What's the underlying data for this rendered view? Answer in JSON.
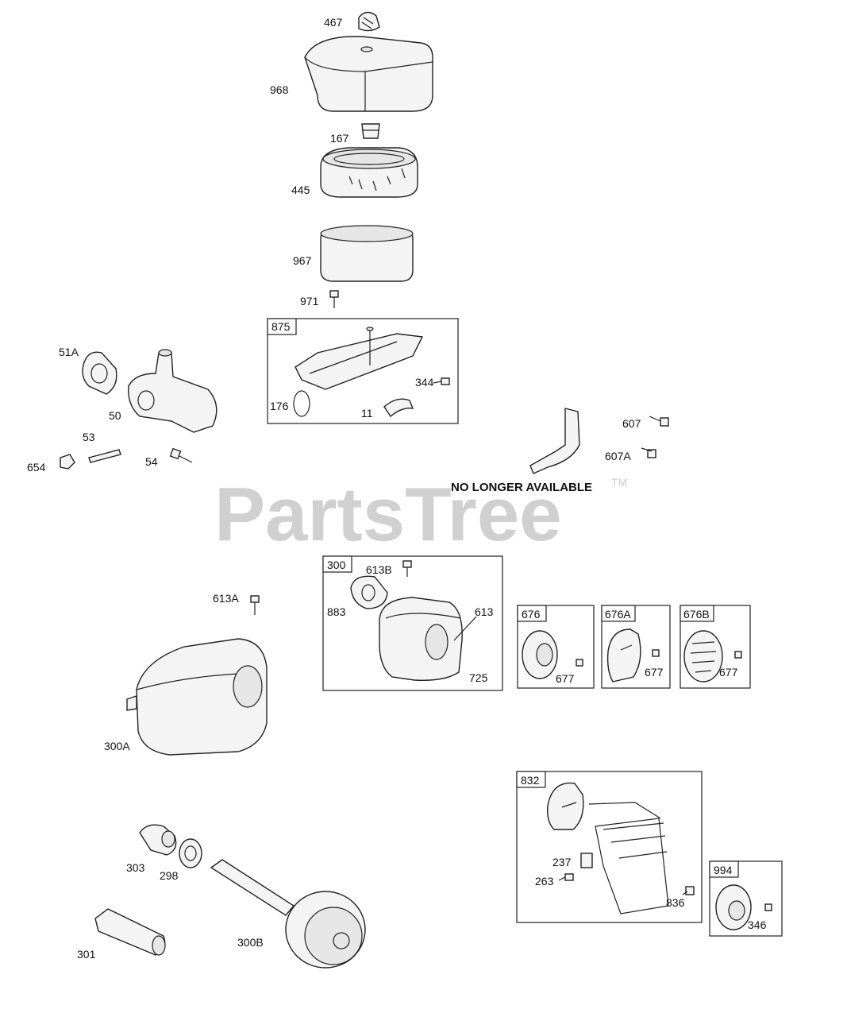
{
  "watermark": {
    "text": "PartsTree",
    "trademark": "TM"
  },
  "notice": "NO LONGER AVAILABLE",
  "boxes": {
    "b875": "875",
    "b300": "300",
    "b676": "676",
    "b676A": "676A",
    "b676B": "676B",
    "b832": "832",
    "b994": "994"
  },
  "labels": {
    "l467": "467",
    "l968": "968",
    "l167": "167",
    "l445": "445",
    "l967": "967",
    "l971": "971",
    "l344": "344",
    "l176": "176",
    "l11": "11",
    "l51A": "51A",
    "l50": "50",
    "l53": "53",
    "l654": "654",
    "l54": "54",
    "l607": "607",
    "l607A": "607A",
    "l613A": "613A",
    "l613B": "613B",
    "l883": "883",
    "l613": "613",
    "l725": "725",
    "l677a": "677",
    "l677b": "677",
    "l677c": "677",
    "l300A": "300A",
    "l303": "303",
    "l298": "298",
    "l301": "301",
    "l300B": "300B",
    "l237": "237",
    "l263": "263",
    "l836": "836",
    "l346": "346"
  }
}
